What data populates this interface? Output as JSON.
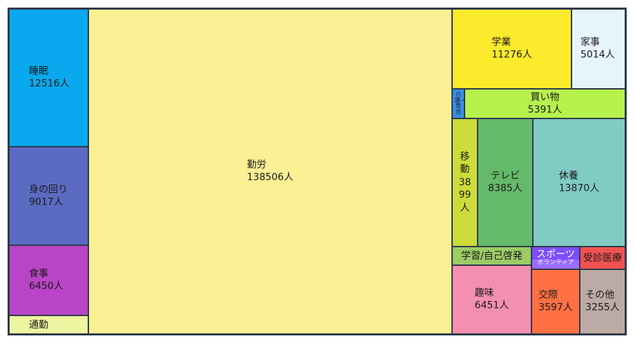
{
  "chart_data": {
    "type": "treemap",
    "unit": "人",
    "items": [
      {
        "key": "suimin",
        "name": "睡眠",
        "value": 12516,
        "value_label": "12516人",
        "color": "#0aa8ee"
      },
      {
        "key": "minomawari",
        "name": "身の回り",
        "value": 9017,
        "value_label": "9017人",
        "color": "#5b6bc2"
      },
      {
        "key": "shokuji",
        "name": "食事",
        "value": 6450,
        "value_label": "6450人",
        "color": "#b944c6"
      },
      {
        "key": "tsukin",
        "name": "通勤",
        "value_label": "",
        "color": "#eef5a0"
      },
      {
        "key": "kinro",
        "name": "勤労",
        "value": 138506,
        "value_label": "138506人",
        "color": "#fcf095"
      },
      {
        "key": "gakugyo",
        "name": "学業",
        "value": 11276,
        "value_label": "11276人",
        "color": "#fcea2c"
      },
      {
        "key": "kaji",
        "name": "家事",
        "value": 5014,
        "value_label": "5014人",
        "color": "#e6f4fc"
      },
      {
        "key": "kaigo",
        "name": "介護・育児",
        "value_label": "",
        "color": "#3a8ee6"
      },
      {
        "key": "kaimono",
        "name": "買い物",
        "value": 5391,
        "value_label": "5391人",
        "color": "#b6f24c"
      },
      {
        "key": "ido",
        "name": "移動",
        "value": 3899,
        "value_label": "3899人",
        "color": "#cddc3a"
      },
      {
        "key": "terebi",
        "name": "テレビ",
        "value": 8385,
        "value_label": "8385人",
        "color": "#64b96a"
      },
      {
        "key": "kyuyo",
        "name": "休養",
        "value": 13870,
        "value_label": "13870人",
        "color": "#80cbc4"
      },
      {
        "key": "gakushu",
        "name": "学習/自己啓発",
        "value_label": "",
        "color": "#9ccc65"
      },
      {
        "key": "sports",
        "name": "スポーツ",
        "value_label": "",
        "color": "#7c4dff"
      },
      {
        "key": "volunteer",
        "name": "ボランティア",
        "value_label": "",
        "color": "#9b6bff"
      },
      {
        "key": "jushin",
        "name": "受診医療",
        "value_label": "",
        "color": "#ef5350"
      },
      {
        "key": "shumi",
        "name": "趣味",
        "value": 6451,
        "value_label": "6451人",
        "color": "#f48fb1"
      },
      {
        "key": "kosai",
        "name": "交際",
        "value": 3597,
        "value_label": "3597人",
        "color": "#ff7043"
      },
      {
        "key": "sonota",
        "name": "その他",
        "value": 3255,
        "value_label": "3255人",
        "color": "#bcaaa4"
      }
    ]
  }
}
